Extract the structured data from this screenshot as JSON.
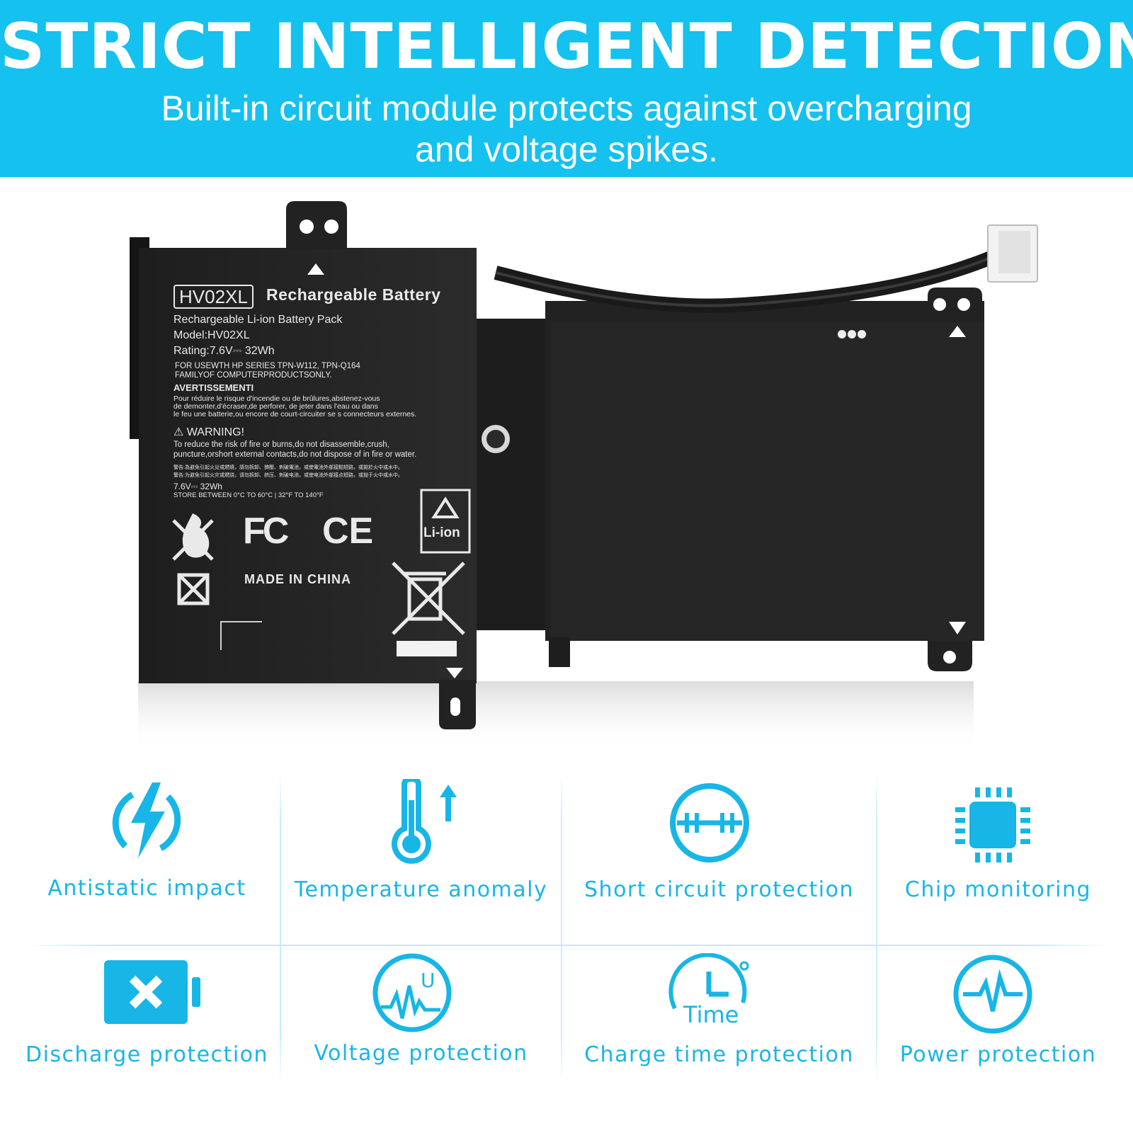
{
  "banner": {
    "title": "STRICT INTELLIGENT DETECTION",
    "subtitle_line1": "Built-in circuit module protects against overcharging",
    "subtitle_line2": "and voltage spikes.",
    "color": "#14c1ef"
  },
  "battery_label": {
    "model_box": "HV02XL",
    "heading": "Rechargeable Battery",
    "pack": "Rechargeable Li-ion Battery Pack",
    "model": "Model:HV02XL",
    "rating": "Rating:7.6V⎓ 32Wh",
    "use_line1": "FOR USEWTH HP SERIES TPN-W112, TPN-Q164",
    "use_line2": "FAMILYOF COMPUTERPRODUCTSONLY.",
    "avert_title": "AVERTISSEMENTI",
    "avert_1": "Pour réduire le risque d'incendie ou de brûlures,abstenez-vous",
    "avert_2": "de demonter,d'écraser,de perforer, de jeter dans l'eau ou dans",
    "avert_3": "le feu une batterie,ou encore de court-circuiter se s connecteurs externes.",
    "warning_title": "⚠ WARNING!",
    "warning_1": "To reduce the risk of fire or burns,do not disassemble,crush,",
    "warning_2": "puncture,orshort external contacts,do not dispose of in fire or water.",
    "cn_1": "警告:為避免引起火災或燃燒，請勿拆卸、擠壓、刺破電池，或使電池外部接點短路，或拋於火中或水中。",
    "cn_2": "警告:为避免引起火灾或燃烧，请勿拆卸、挤压、刺破电池，或使电池外部接点短路，或抛于火中或水中。",
    "rating_short": "7.6V⎓ 32Wh",
    "store": "STORE BETWEEN  0°C TO 60°C | 32°F TO 140°F",
    "fc": "FC",
    "ce": "CE",
    "li_ion": "Li-ion",
    "made_in": "MADE IN CHINA"
  },
  "features": [
    {
      "label": "Antistatic impact",
      "icon": "lightning-shield-icon"
    },
    {
      "label": "Temperature anomaly",
      "icon": "thermometer-icon"
    },
    {
      "label": "Short circuit protection",
      "icon": "short-circuit-icon"
    },
    {
      "label": "Chip monitoring",
      "icon": "chip-icon"
    },
    {
      "label": "Discharge protection",
      "icon": "battery-x-icon"
    },
    {
      "label": "Voltage protection",
      "icon": "voltage-icon"
    },
    {
      "label": "Charge time protection",
      "icon": "clock-time-icon",
      "icon_text": "Time"
    },
    {
      "label": "Power protection",
      "icon": "power-pulse-icon"
    }
  ],
  "voltage_icon_letter": "U",
  "accent_color": "#17b6e6"
}
